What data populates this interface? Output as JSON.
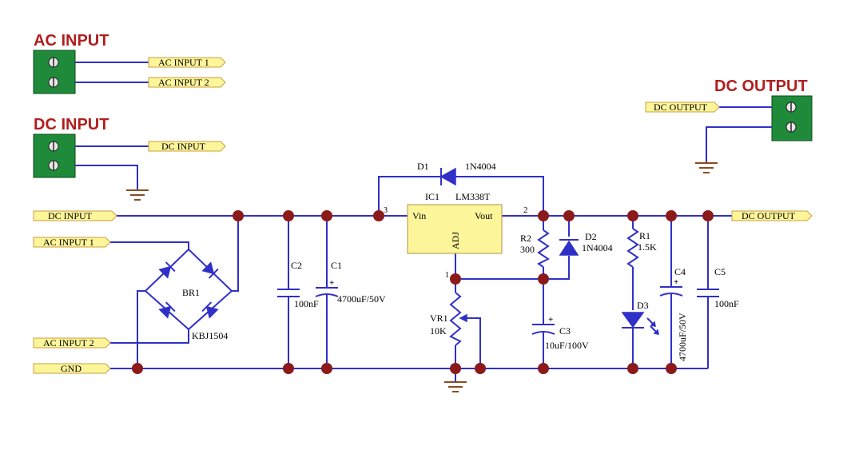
{
  "headings": {
    "ac_input": "AC INPUT",
    "dc_input": "DC INPUT",
    "dc_output": "DC OUTPUT"
  },
  "ports": {
    "ac_input_1_top": "AC INPUT 1",
    "ac_input_2_top": "AC INPUT 2",
    "dc_input_top": "DC INPUT",
    "dc_output_top": "DC OUTPUT",
    "dc_input_main": "DC INPUT",
    "ac_input_1_main": "AC INPUT 1",
    "ac_input_2_main": "AC INPUT 2",
    "gnd_main": "GND",
    "dc_output_main": "DC OUTPUT"
  },
  "components": {
    "d1": {
      "ref": "D1",
      "value": "1N4004"
    },
    "ic1": {
      "ref": "IC1",
      "value": "LM338T",
      "pin_in": "Vin",
      "pin_out": "Vout",
      "pin_adj": "ADJ",
      "pin3": "3",
      "pin2": "2",
      "pin1": "1"
    },
    "br1": {
      "ref": "BR1",
      "value": "KBJ1504"
    },
    "c2": {
      "ref": "C2",
      "value": "100nF"
    },
    "c1": {
      "ref": "C1",
      "value": "4700uF/50V",
      "plus": "+"
    },
    "r2": {
      "ref": "R2",
      "value": "300"
    },
    "d2": {
      "ref": "D2",
      "value": "1N4004"
    },
    "vr1": {
      "ref": "VR1",
      "value": "10K"
    },
    "c3": {
      "ref": "C3",
      "value": "10uF/100V",
      "plus": "+"
    },
    "r1": {
      "ref": "R1",
      "value": "1.5K"
    },
    "d3": {
      "ref": "D3"
    },
    "c4": {
      "ref": "C4",
      "value": "4700uF/50V",
      "plus": "+"
    },
    "c5": {
      "ref": "C5",
      "value": "100nF"
    }
  },
  "colors": {
    "wire": "#3030c8",
    "node": "#8b1a1a",
    "heading": "#b01e1e",
    "terminal": "#1e8a3a",
    "port_fill": "#fdf59a"
  }
}
